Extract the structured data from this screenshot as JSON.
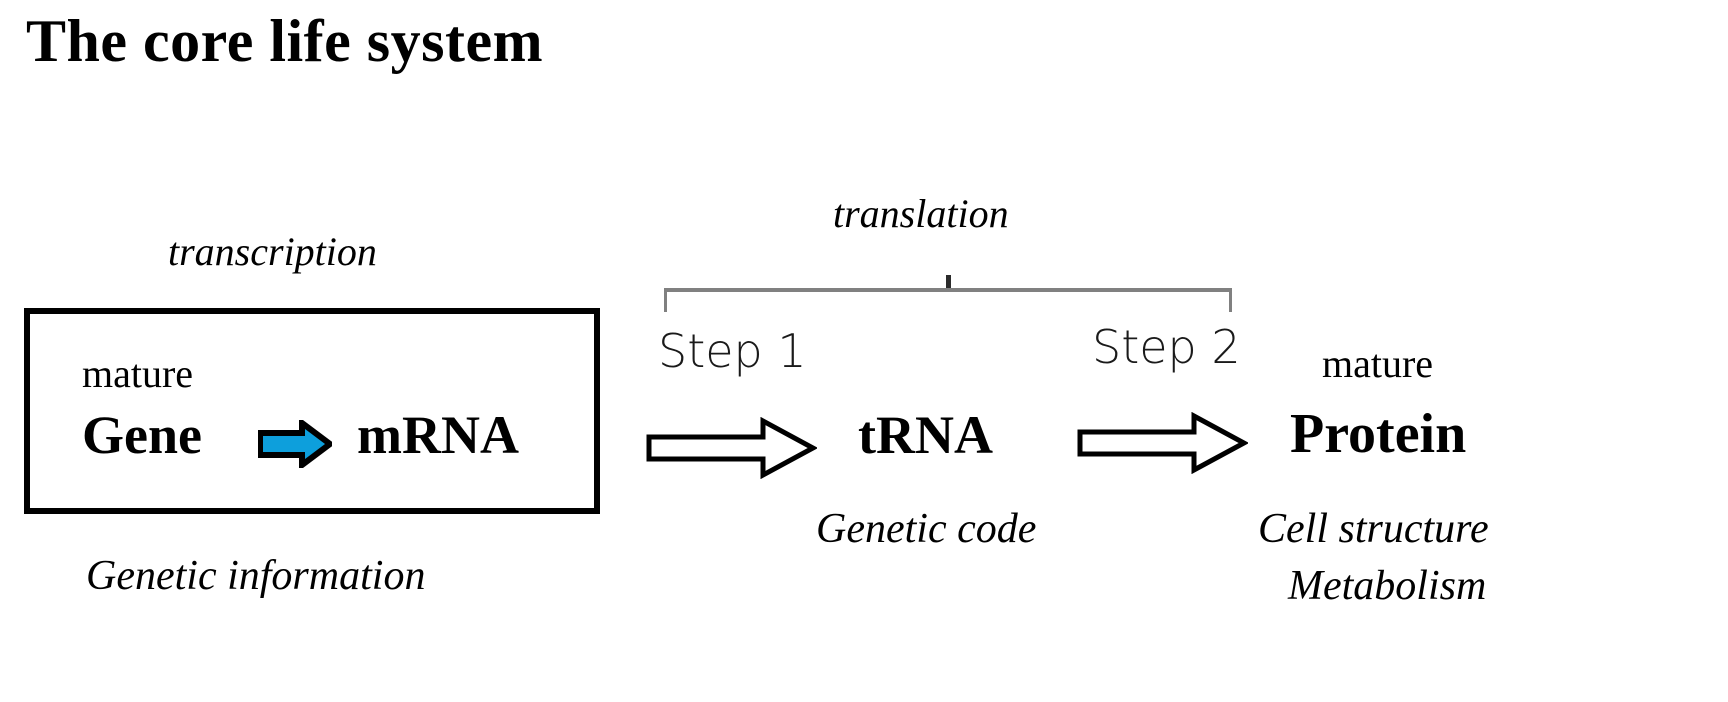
{
  "title": "The core life system",
  "transcription": {
    "label": "transcription",
    "box": {
      "mature": "mature",
      "source": "Gene",
      "product": "mRNA",
      "arrow_icon": "blue-right-arrow-icon"
    },
    "caption": "Genetic information"
  },
  "translation": {
    "label": "translation",
    "bracket_icon": "span-bracket-icon",
    "step1": "Step 1",
    "step2": "Step 2",
    "arrow1_icon": "hollow-right-arrow-icon",
    "arrow2_icon": "hollow-right-arrow-icon",
    "intermediate": {
      "name": "tRNA",
      "caption": "Genetic code"
    },
    "result": {
      "mature": "mature",
      "name": "Protein",
      "caption_line1": "Cell structure",
      "caption_line2": "Metabolism"
    }
  },
  "colors": {
    "blue_arrow_fill": "#0d9fdc",
    "blue_arrow_outline": "#000000",
    "bracket_gray": "#808080",
    "box_border": "#000000",
    "text": "#000000",
    "background": "#ffffff"
  }
}
